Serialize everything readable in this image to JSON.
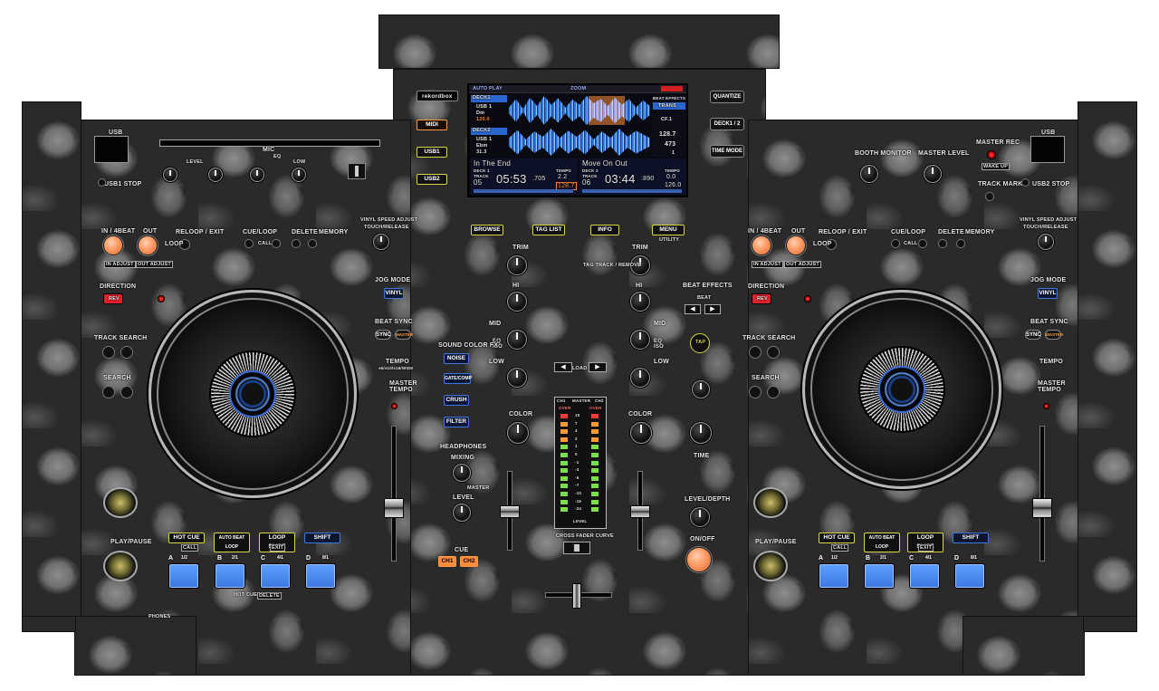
{
  "brand": {
    "logo": "rekordbox"
  },
  "screen": {
    "header": {
      "mode": "AUTO PLAY",
      "zoom": "ZOOM",
      "top_right": ""
    },
    "deck1": {
      "label": "DECK1",
      "src": "USB 1",
      "key": "Dm",
      "bpm": "120.0"
    },
    "deck2": {
      "label": "DECK2",
      "src": "USB 1",
      "key": "Ebm",
      "bpm": "31.3"
    },
    "fx": {
      "title": "BEAT EFFECTS",
      "name": "TRANS",
      "sub": "CF.1",
      "v1": "128.7",
      "v2": "473",
      "v3": "1"
    },
    "track1": {
      "title": "In The End",
      "deck": "DECK 1",
      "track_no": "05",
      "time": "05:53",
      "time_ms": ".705",
      "tempo": "2.2",
      "pitch": "128.7",
      "label_track": "TRACK",
      "label_tempo": "TEMPO"
    },
    "track2": {
      "title": "Move On Out",
      "deck": "DECK 2",
      "track_no": "06",
      "time": "03:44",
      "time_ms": ".890",
      "tempo": "0.0",
      "pitch": "126.0",
      "label_track": "TRACK",
      "label_tempo": "TEMPO"
    }
  },
  "screen_side_left": {
    "midi": "MIDI",
    "usb1": "USB1",
    "usb2": "USB2"
  },
  "screen_side_right": {
    "quantize": "QUANTIZE",
    "deck12": "DECK1 / 2",
    "time_mode": "TIME MODE"
  },
  "screen_nav": {
    "browse": "BROWSE",
    "tag_list": "TAG LIST",
    "info": "INFO",
    "menu": "MENU"
  },
  "left_deck": {
    "usb": "USB",
    "usb_stop": "USB1 STOP",
    "mic": "MIC",
    "mic_level": "LEVEL",
    "eq": "EQ",
    "low": "LOW",
    "in_beat": "IN / 4BEAT",
    "out": "OUT",
    "reloop": "RELOOP / EXIT",
    "in_adjust": "IN ADJUST",
    "out_adjust": "OUT ADJUST",
    "loop": "LOOP",
    "cue_loop": "CUE/LOOP",
    "call": "CALL",
    "delete": "DELETE",
    "memory": "MEMORY",
    "vinyl_speed": "VINYL SPEED ADJUST",
    "touch_release": "TOUCH/RELEASE",
    "direction": "DIRECTION",
    "rev": "REV",
    "jog_mode": "JOG MODE",
    "vinyl": "VINYL",
    "track_search": "TRACK SEARCH",
    "search": "SEARCH",
    "beat_sync": "BEAT SYNC",
    "sync": "SYNC",
    "master": "MASTER",
    "tempo": "TEMPO",
    "tempo_range": "±6/±10/±16/WIDE",
    "master_tempo": "MASTER TEMPO",
    "hot_cue": "HOT CUE",
    "auto_beat_loop": "AUTO BEAT LOOP",
    "loop_slice": "LOOP SLICE",
    "shift": "SHIFT",
    "call_sub": "CALL",
    "exit_sub": "EXIT",
    "hot_cue_delete": "HOT CUE",
    "delete_sub": "DELETE",
    "pads": [
      "A",
      "B",
      "C",
      "D"
    ],
    "pad_vals": [
      "1/2",
      "2/1",
      "4/1",
      "8/1"
    ],
    "play_pause": "PLAY/PAUSE",
    "phones": "PHONES"
  },
  "right_deck": {
    "usb": "USB",
    "usb2_stop": "USB2 STOP",
    "master_rec": "MASTER REC",
    "wake_up": "WAKE UP",
    "booth": "BOOTH MONITOR",
    "master_level": "MASTER LEVEL",
    "track_mark": "TRACK MARK",
    "in_beat": "IN / 4BEAT",
    "out": "OUT",
    "reloop": "RELOOP / EXIT",
    "in_adjust": "IN ADJUST",
    "out_adjust": "OUT ADJUST",
    "loop": "LOOP",
    "cue_loop": "CUE/LOOP",
    "call": "CALL",
    "delete": "DELETE",
    "memory": "MEMORY",
    "vinyl_speed": "VINYL SPEED ADJUST",
    "touch_release": "TOUCH/RELEASE",
    "direction": "DIRECTION",
    "rev": "REV",
    "jog_mode": "JOG MODE",
    "vinyl": "VINYL",
    "track_search": "TRACK SEARCH",
    "search": "SEARCH",
    "beat_sync": "BEAT SYNC",
    "sync": "SYNC",
    "master": "MASTER",
    "tempo": "TEMPO",
    "master_tempo": "MASTER TEMPO",
    "hot_cue": "HOT CUE",
    "auto_beat_loop": "AUTO BEAT LOOP",
    "loop_slice": "LOOP SLICE",
    "shift": "SHIFT",
    "call_sub": "CALL",
    "exit_sub": "EXIT",
    "pads": [
      "A",
      "B",
      "C",
      "D"
    ],
    "pad_vals": [
      "1/2",
      "2/1",
      "4/1",
      "8/1"
    ],
    "play_pause": "PLAY/PAUSE"
  },
  "mixer": {
    "trim": "TRIM",
    "hi": "HI",
    "mid": "MID",
    "low": "LOW",
    "eq_iso": "EQ ISO",
    "color": "COLOR",
    "load": "LOAD",
    "sound_color_fx": "SOUND COLOR FX",
    "noise": "NOISE",
    "gate_comp": "GATE/COMP",
    "crush": "CRUSH",
    "filter": "FILTER",
    "headphones": "HEADPHONES",
    "mixing": "MIXING",
    "master_lbl": "MASTER",
    "level": "LEVEL",
    "cue": "CUE",
    "ch1": "CH1",
    "ch2": "CH2",
    "meter_ch1": "CH1",
    "meter_master": "MASTER",
    "meter_ch2": "CH2",
    "over": "OVER",
    "meter_level": "LEVEL",
    "meter_scale": [
      "10",
      "7",
      "4",
      "2",
      "1",
      "0",
      "-1",
      "-3",
      "-5",
      "-7",
      "-10",
      "-15",
      "-24"
    ],
    "crossfader_curve": "CROSS FADER CURVE",
    "tag_track": "TAG TRACK / REMOVE",
    "utility": "UTILITY"
  },
  "fx_section": {
    "beat_effects": "BEAT EFFECTS",
    "beat": "BEAT",
    "tap": "TAP",
    "time": "TIME",
    "level_depth": "LEVEL/DEPTH",
    "on_off": "ON/OFF"
  }
}
